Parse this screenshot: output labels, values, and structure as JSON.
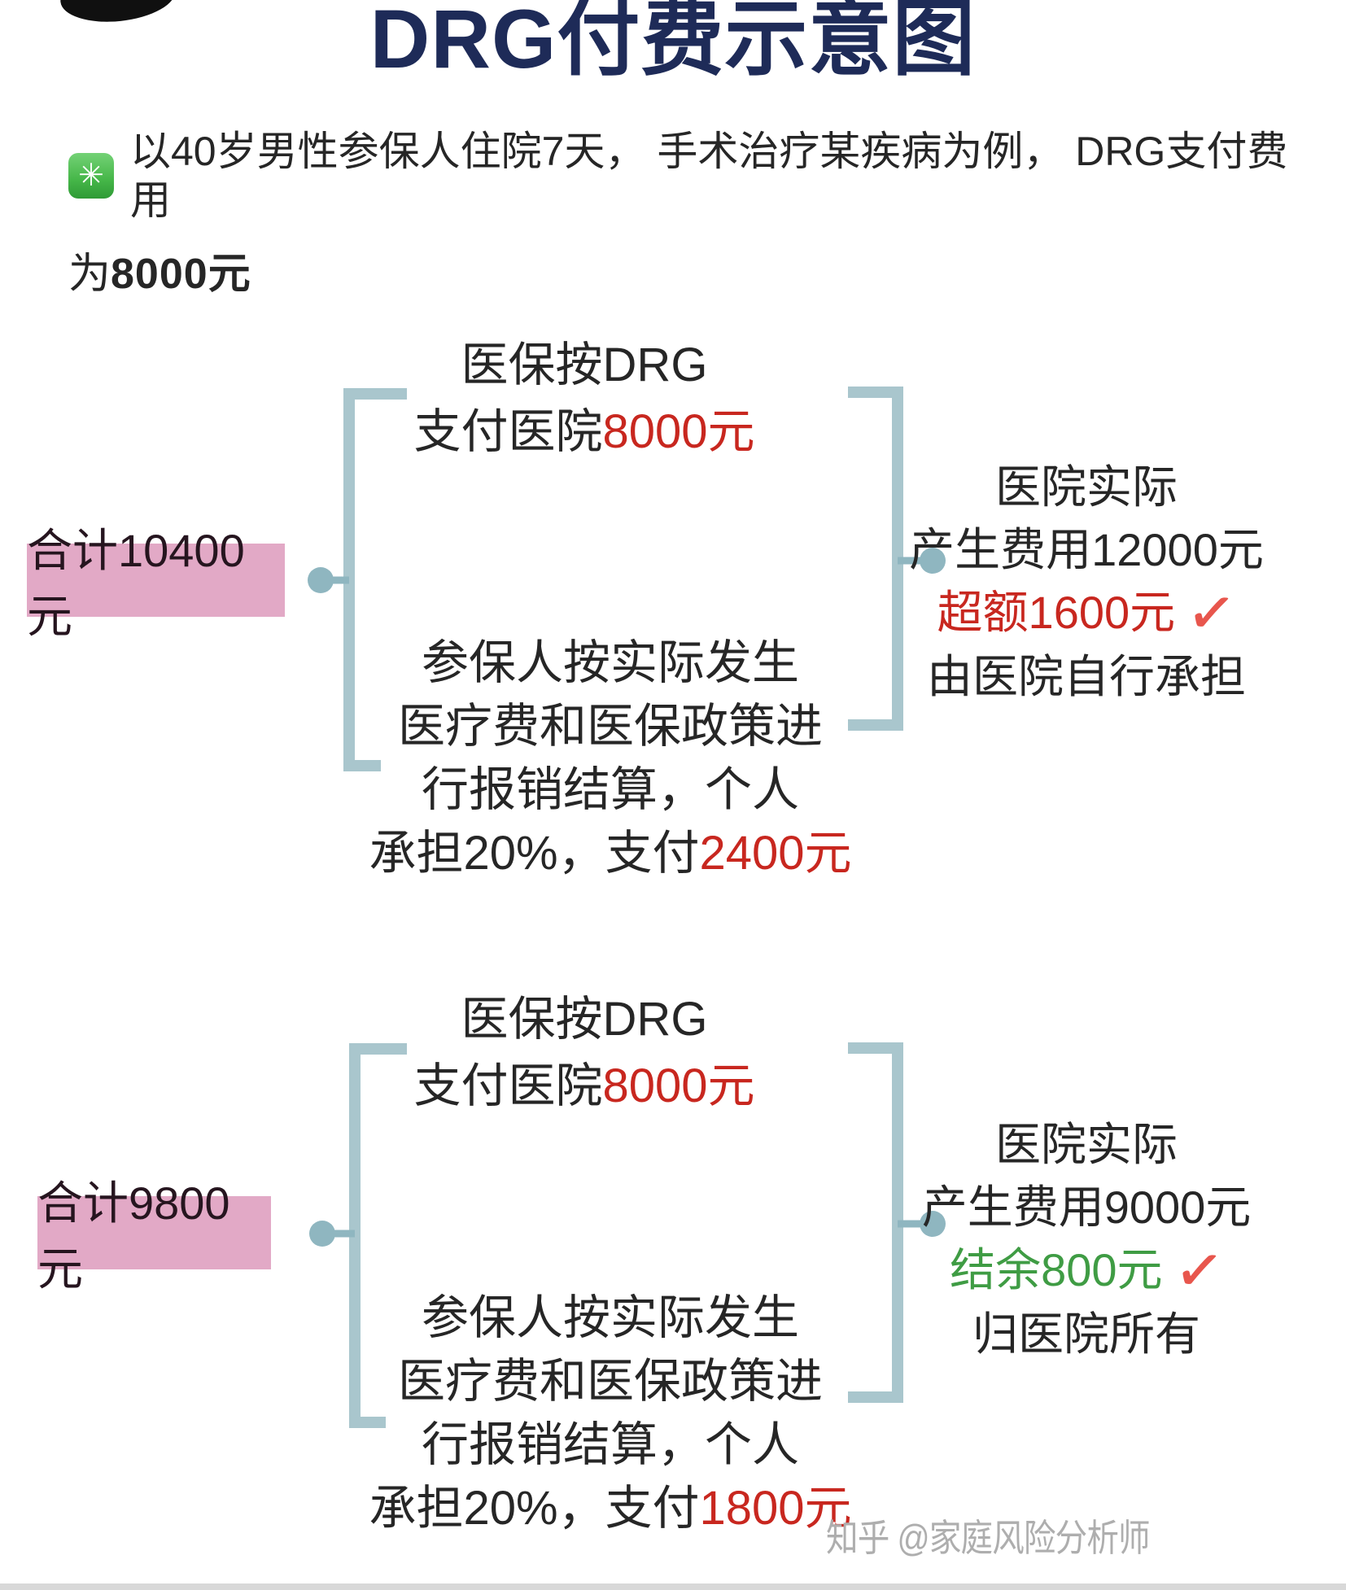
{
  "colors": {
    "navy": "#1e2b58",
    "ink": "#262626",
    "red": "#c8271f",
    "check": "#e8564d",
    "green": "#3f9c44",
    "pink": "#e2a9c6",
    "pinkInk": "#26151f",
    "bracket": "#a9c6cd",
    "dot": "#8fb6c0",
    "noteGreen": "#45b648",
    "wmGray": "#aeaeae",
    "bottomBar": "#d8d8d8"
  },
  "header": {
    "title": "DRG付费示意图",
    "note_icon": "✳",
    "note_line1": "以40岁男性参保人住院7天， 手术治疗某疾病为例， DRG支付费用",
    "note_line2_prefix": "为",
    "note_line2_amount": "8000",
    "note_line2_suffix": "元"
  },
  "diagram1": {
    "total": "合计10400元",
    "top_line1": "医保按DRG",
    "top_line2_label": "支付医院",
    "top_line2_amount": "8000元",
    "mid_line1": "参保人按实际发生",
    "mid_line2": "医疗费和医保政策进",
    "mid_line3": "行报销结算，个人",
    "mid_line4_label": "承担20%，支付",
    "mid_line4_amount": "2400元",
    "right_line1": "医院实际",
    "right_line2": "产生费用12000元",
    "right_line3": "超额1600元",
    "right_check": "✓",
    "right_line4": "由医院自行承担"
  },
  "diagram2": {
    "total": "合计9800元",
    "top_line1": "医保按DRG",
    "top_line2_label": "支付医院",
    "top_line2_amount": "8000元",
    "mid_line1": "参保人按实际发生",
    "mid_line2": "医疗费和医保政策进",
    "mid_line3": "行报销结算，个人",
    "mid_line4_label": "承担20%，支付",
    "mid_line4_amount": "1800元",
    "right_line1": "医院实际",
    "right_line2": "产生费用9000元",
    "right_line3": "结余800元",
    "right_check": "✓",
    "right_line4": "归医院所有"
  },
  "watermark": "知乎 @家庭风险分析师"
}
